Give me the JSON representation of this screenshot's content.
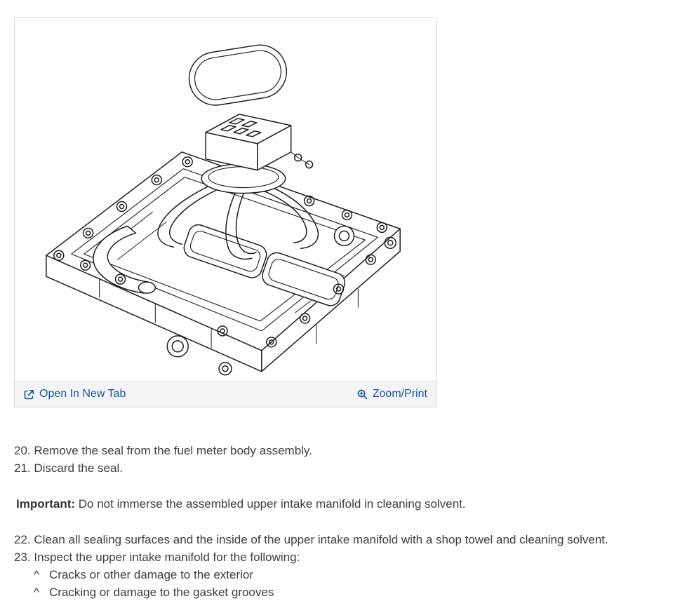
{
  "viewer": {
    "open_in_new_tab": "Open In New Tab",
    "zoom_print": "Zoom/Print",
    "diagram_subject": "fuel meter body assembly with seal and upper intake manifold"
  },
  "steps": {
    "s20": "20. Remove the seal from the fuel meter body assembly.",
    "s21": "21. Discard the seal.",
    "s22": "22. Clean all sealing surfaces and the inside of the upper intake manifold with a shop towel and cleaning solvent.",
    "s23": "23. Inspect the upper intake manifold for the following:"
  },
  "note": {
    "label": "Important:",
    "text": " Do not immerse the assembled upper intake manifold in cleaning solvent."
  },
  "bullets": {
    "marker": "^",
    "b1": "Cracks or other damage to the exterior",
    "b2": "Cracking or damage to the gasket grooves"
  },
  "colors": {
    "link_blue": "#1557a5",
    "panel_border": "#d9d9d9",
    "toolbar_bg": "#f4f4f4",
    "text": "#3d3d3d",
    "line_art": "#1c1c1c"
  }
}
